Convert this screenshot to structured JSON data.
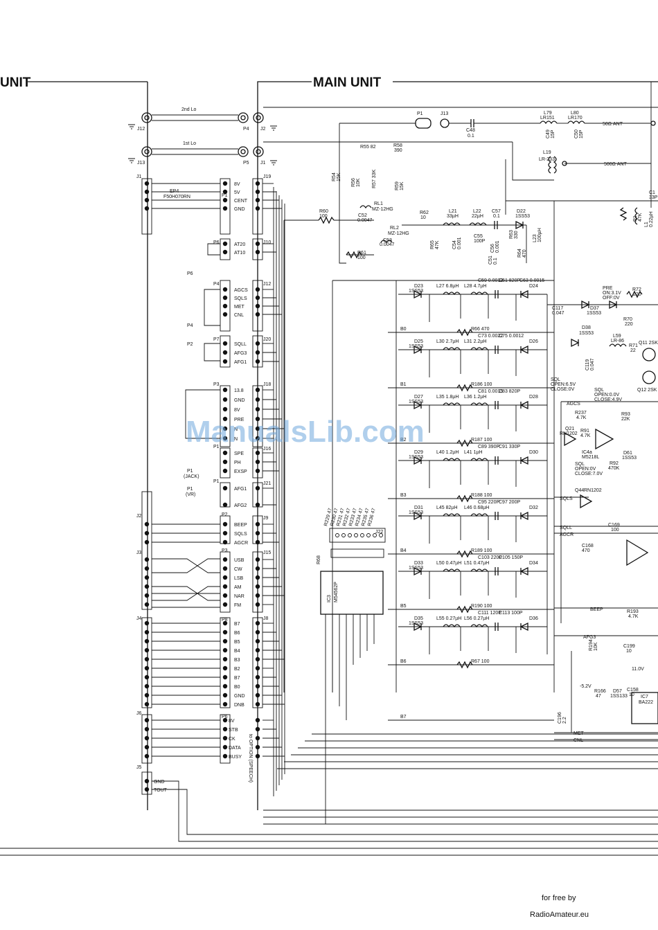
{
  "titles": {
    "left_unit": "UNIT",
    "main_unit": "MAIN UNIT"
  },
  "watermark": "ManualsLib.com",
  "footer": {
    "line1": "for free by",
    "line2": "RadioAmateur.eu"
  },
  "connectors_top": {
    "j12": "J12",
    "j13": "J13",
    "p4": "P4",
    "p5": "P5",
    "j2": "J2",
    "j1": "J1",
    "lo2": "2nd Lo",
    "lo1": "1st Lo"
  },
  "left_headers": [
    "J1",
    "P6",
    "P4",
    "P7",
    "P3",
    "P1",
    "P1",
    "J2",
    "J3",
    "J4",
    "J6",
    "J5"
  ],
  "left_annotations": {
    "ep4": "EP4",
    "ep4_part": "F50H070RN",
    "jack": "(JACK)",
    "vr": "(VR)",
    "option": "to OPTION (SPEECH)",
    "p6_ref": "P6",
    "p4_ref": "P4",
    "p2_ref": "P2",
    "p1a_ref": "P1",
    "p1b_ref": "P1"
  },
  "mid_headers": [
    "P1",
    "P6",
    "P4",
    "P7",
    "P3",
    "P1",
    "P1",
    "P2",
    "P3",
    "P8",
    "P6"
  ],
  "main_headers": [
    "J19",
    "J10",
    "J12",
    "J20",
    "J18",
    "J16",
    "J21",
    "J9",
    "J15",
    "J8"
  ],
  "pin_labels": {
    "p1": [
      "8V",
      "5V",
      "CENT",
      "GND"
    ],
    "p6": [
      "AT20",
      "AT10"
    ],
    "p4": [
      "AGCS",
      "SQLS",
      "MET",
      "CNL"
    ],
    "p7": [
      "SQLL",
      "AFG3",
      "AFG1"
    ],
    "p3": [
      "13.8",
      "GND",
      "8V",
      "PRE",
      "N",
      "N"
    ],
    "p1_jack": [
      "SPE",
      "PH",
      "EXSP"
    ],
    "p1_vr": [
      "AFG1",
      "AFG2"
    ],
    "p2": [
      "BEEP",
      "SQLS",
      "AGCR"
    ],
    "p3b": [
      "USB",
      "CW",
      "LSB",
      "AM",
      "NAR",
      "FM"
    ],
    "p8": [
      "B7",
      "B6",
      "B5",
      "B4",
      "B3",
      "B2",
      "B7",
      "B0",
      "GND",
      "DNB"
    ],
    "p6b": [
      "8V",
      "STB",
      "CK",
      "DATA",
      "BUSY"
    ],
    "j5": [
      "GND",
      "TOUT"
    ]
  },
  "ic3": {
    "name": "IC3",
    "part": "M54562P",
    "jack": "J22",
    "resistors": [
      "R229 47",
      "R230 47",
      "R231 47",
      "R232 47",
      "R233 47",
      "R234 47",
      "R235 47",
      "R236 47"
    ],
    "r68": "R68"
  },
  "rf_front": {
    "p1": "P1",
    "j13": "J13",
    "c48": "C48",
    "c48v": "0.1",
    "l79": "L79",
    "l79v": "LR151",
    "l80": "L80",
    "l80v": "LR170",
    "c49": "C49",
    "c49v": "15P",
    "c50": "C50",
    "c50v": "15P",
    "ant1": "50Ω ANT",
    "l19": "L19",
    "l19v": "LR-233",
    "ant2": "500Ω ANT",
    "r55": "R55 82",
    "r58": "R58",
    "r58v": "390",
    "r54": "R54",
    "r54v": "15K",
    "r56": "R56",
    "r56v": "10K",
    "r57": "R57 33K",
    "r59": "R59",
    "r59v": "15K",
    "rl1": "RL1",
    "rl1v": "MZ-12HG",
    "c52": "C52",
    "c52v": "0.0047",
    "rl2": "RL2",
    "rl2v": "MZ-12HG",
    "c53": "C53",
    "c53v": "0.0047",
    "r60": "R60",
    "r60v": "100",
    "r61": "R61",
    "r61v": "100",
    "r62": "R62",
    "r62v": "10",
    "r65": "R65",
    "r65v": "47K",
    "l21": "L21",
    "l21v": "33µH",
    "l22": "L22",
    "l22v": "22µH",
    "c57": "C57",
    "c57v": "0.1",
    "d22": "D22",
    "d22v": "1SS53",
    "c54": "C54",
    "c54v": "0.001",
    "c55": "C55",
    "c55v": "100P",
    "c56": "C56",
    "c56v": "0.001",
    "r63": "R63",
    "r63v": "330",
    "r64": "R64",
    "r64v": "470",
    "l23": "L23",
    "l23v": "100µH",
    "c51": "C51",
    "c51v": "0.1",
    "c1": "C1",
    "c1v": "33P",
    "r1": "R1",
    "r1v": "47K",
    "l1": "L1",
    "l1v": "0.22µH"
  },
  "bands": [
    {
      "line": "B0",
      "diode_l": "D23",
      "diode_r": "D24",
      "dv": "1SS53",
      "coils": [
        "L27 6.8µH",
        "L28 4.7µH"
      ],
      "caps": [
        "C59 0.0012",
        "C61 820P",
        "C63 0.0015"
      ],
      "r": "R66 470"
    },
    {
      "line": "B1",
      "diode_l": "D25",
      "diode_r": "D26",
      "dv": "1SS53",
      "coils": [
        "L30 2.7µH",
        "L31 2.2µH"
      ],
      "caps": [
        "C73 0.0022",
        "C75 0.0012"
      ],
      "r": "R186 100"
    },
    {
      "line": "B2",
      "diode_l": "D27",
      "diode_r": "D28",
      "dv": "1SS53",
      "coils": [
        "L35 1.8µH",
        "L36 1.2µH"
      ],
      "caps": [
        "C81 0.0015",
        "C83 820P"
      ],
      "r": "R187 100"
    },
    {
      "line": "B3",
      "diode_l": "D29",
      "diode_r": "D30",
      "dv": "1SS53",
      "coils": [
        "L40 1.2µH",
        "L41 1µH"
      ],
      "caps": [
        "C89 390P",
        "C91 330P"
      ],
      "r": "R188 100"
    },
    {
      "line": "B4",
      "diode_l": "D31",
      "diode_r": "D32",
      "dv": "1SS53",
      "coils": [
        "L45 82µH",
        "L46 0.68µH"
      ],
      "caps": [
        "C95 220P",
        "C97 200P"
      ],
      "r": "R189 100"
    },
    {
      "line": "B5",
      "diode_l": "D33",
      "diode_r": "D34",
      "dv": "1SS53",
      "coils": [
        "L50 0.47µH",
        "L51 0.47µH"
      ],
      "caps": [
        "C103 220P",
        "C105 150P"
      ],
      "r": "R190 100"
    },
    {
      "line": "B6",
      "diode_l": "D35",
      "diode_r": "D36",
      "dv": "1SS53",
      "coils": [
        "L55 0.27µH",
        "L56 0.27µH"
      ],
      "caps": [
        "C111 120P",
        "C113 100P"
      ],
      "r": "R67 100"
    },
    {
      "line": "B7",
      "diode_l": "",
      "diode_r": "",
      "dv": "",
      "coils": [],
      "caps": [],
      "r": ""
    }
  ],
  "right_section": {
    "pre": "PRE",
    "pre_on": "ON:3.1V",
    "pre_off": "OFF:0V",
    "r72": "R72",
    "r72v": "220",
    "c117": "C117",
    "c117v": "0.047",
    "d37": "D37",
    "d37v": "1SS53",
    "d38": "D38",
    "d38v": "1SS53",
    "r70": "R70",
    "r70v": "220",
    "l59": "L59",
    "l59v": "LR-86",
    "r71": "R71",
    "r71v": "22",
    "q11": "Q11 2SK",
    "q12": "Q12 2SK",
    "c119": "C119",
    "c119v": "0.047",
    "sql1": "SQL",
    "sql1_open": "OPEN:6.5V",
    "sql1_close": "CLOSE:0V",
    "sql2": "SQL",
    "sql2_open": "OPEN:0.0V",
    "sql2_close": "CLOSE:4.9V",
    "agcs": "AGCS",
    "r237": "R237",
    "r237v": "4.7K",
    "q21": "Q21",
    "q21v": "RN1202",
    "r91": "R91",
    "r91v": "4.7K",
    "ic4a": "IC4a",
    "ic4av": "M5218L",
    "r93": "R93",
    "r93v": "22K",
    "sql3": "SQL",
    "sql3_open": "OPEN:0V",
    "sql3_close": "CLOSE:7.0V",
    "r92": "R92",
    "r92v": "470K",
    "d61": "D61",
    "d61v": "1SS53",
    "q44": "Q44",
    "q44v": "RN1202",
    "sqls": "SQLS",
    "sqll": "SQLL",
    "agcr": "AGCR",
    "beep": "BEEP",
    "afg3": "AFG3",
    "c168": "C168",
    "c168v": "470",
    "c169": "C169",
    "c169v": "100",
    "r193": "R193",
    "r193v": "4.7K",
    "r194": "R194",
    "r194v": "10K",
    "c199": "C199",
    "c199v": "10",
    "v11": "11.0V",
    "v52": "-5.2V",
    "r166": "R166",
    "r166v": "47",
    "d57": "D57",
    "d57v": "1SS133",
    "c158": "C158",
    "c158v": "10",
    "ic7": "IC7",
    "ic7v": "BA222",
    "c196": "C196",
    "c196v": "2.2",
    "met": "MET",
    "cnl": "CNL"
  }
}
